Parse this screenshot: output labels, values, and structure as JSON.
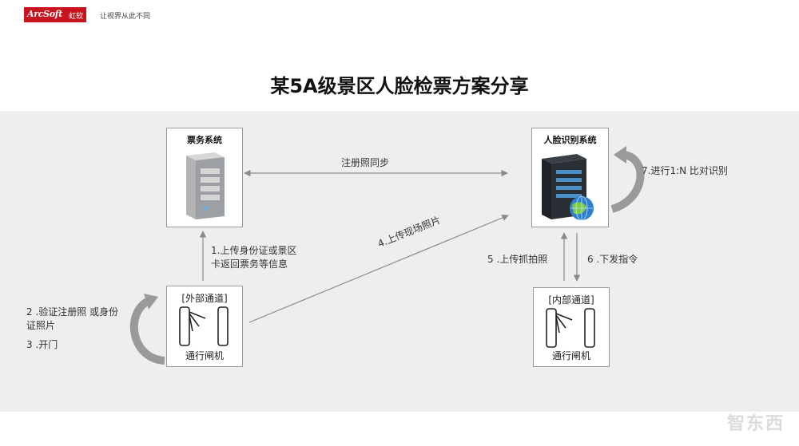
{
  "header": {
    "brand_en": "ArcSoft",
    "brand_cn": "虹软",
    "slogan": "让视界从此不同"
  },
  "title": "某5A级景区人脸检票方案分享",
  "nodes": {
    "ticket_system": {
      "label": "票务系统"
    },
    "face_system": {
      "label": "人脸识别系统"
    },
    "outer_gate": {
      "label": "[外部通道]",
      "caption": "通行闸机"
    },
    "inner_gate": {
      "label": "[内部通道]",
      "caption": "通行闸机"
    }
  },
  "flows": {
    "sync": "注册照同步",
    "step1_line1": "1.上传身份证或景区",
    "step1_line2": "卡返回票务等信息",
    "step2_line1": "2 .验证注册照 或身份",
    "step2_line2": "证照片",
    "step3": "3 .开门",
    "step4": "4.上传现场照片",
    "step5": "5 .上传抓拍照",
    "step6": "6 .下发指令",
    "step7": "7.进行1:N 比对识别"
  },
  "watermark": "智东西",
  "colors": {
    "brand_red": "#c8141e",
    "band_gray": "#eeeeee",
    "arrow_gray": "#8a8a8a",
    "loop_gray": "#9a9a9a"
  }
}
